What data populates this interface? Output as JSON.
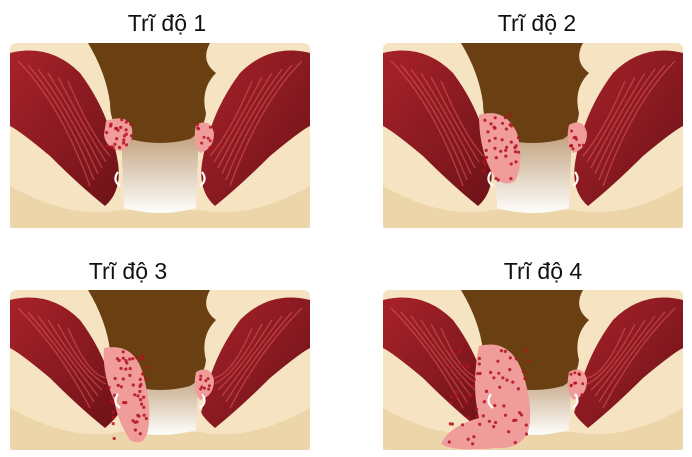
{
  "panels": [
    {
      "title": "Trĩ độ 1",
      "grade": 1
    },
    {
      "title": "Trĩ độ 2",
      "grade": 2
    },
    {
      "title": "Trĩ độ 3",
      "grade": 3
    },
    {
      "title": "Trĩ độ 4",
      "grade": 4
    }
  ],
  "colors": {
    "skin": "#f6e3c2",
    "skin_shadow": "#e9cf9f",
    "muscle": "#a8222a",
    "muscle_dark": "#6d1218",
    "rectum": "#6a3f12",
    "hemorrhoid": "#ef9c9a",
    "hemorrhoid_dot": "#b3121d",
    "canal_dark": "#a67a47"
  }
}
